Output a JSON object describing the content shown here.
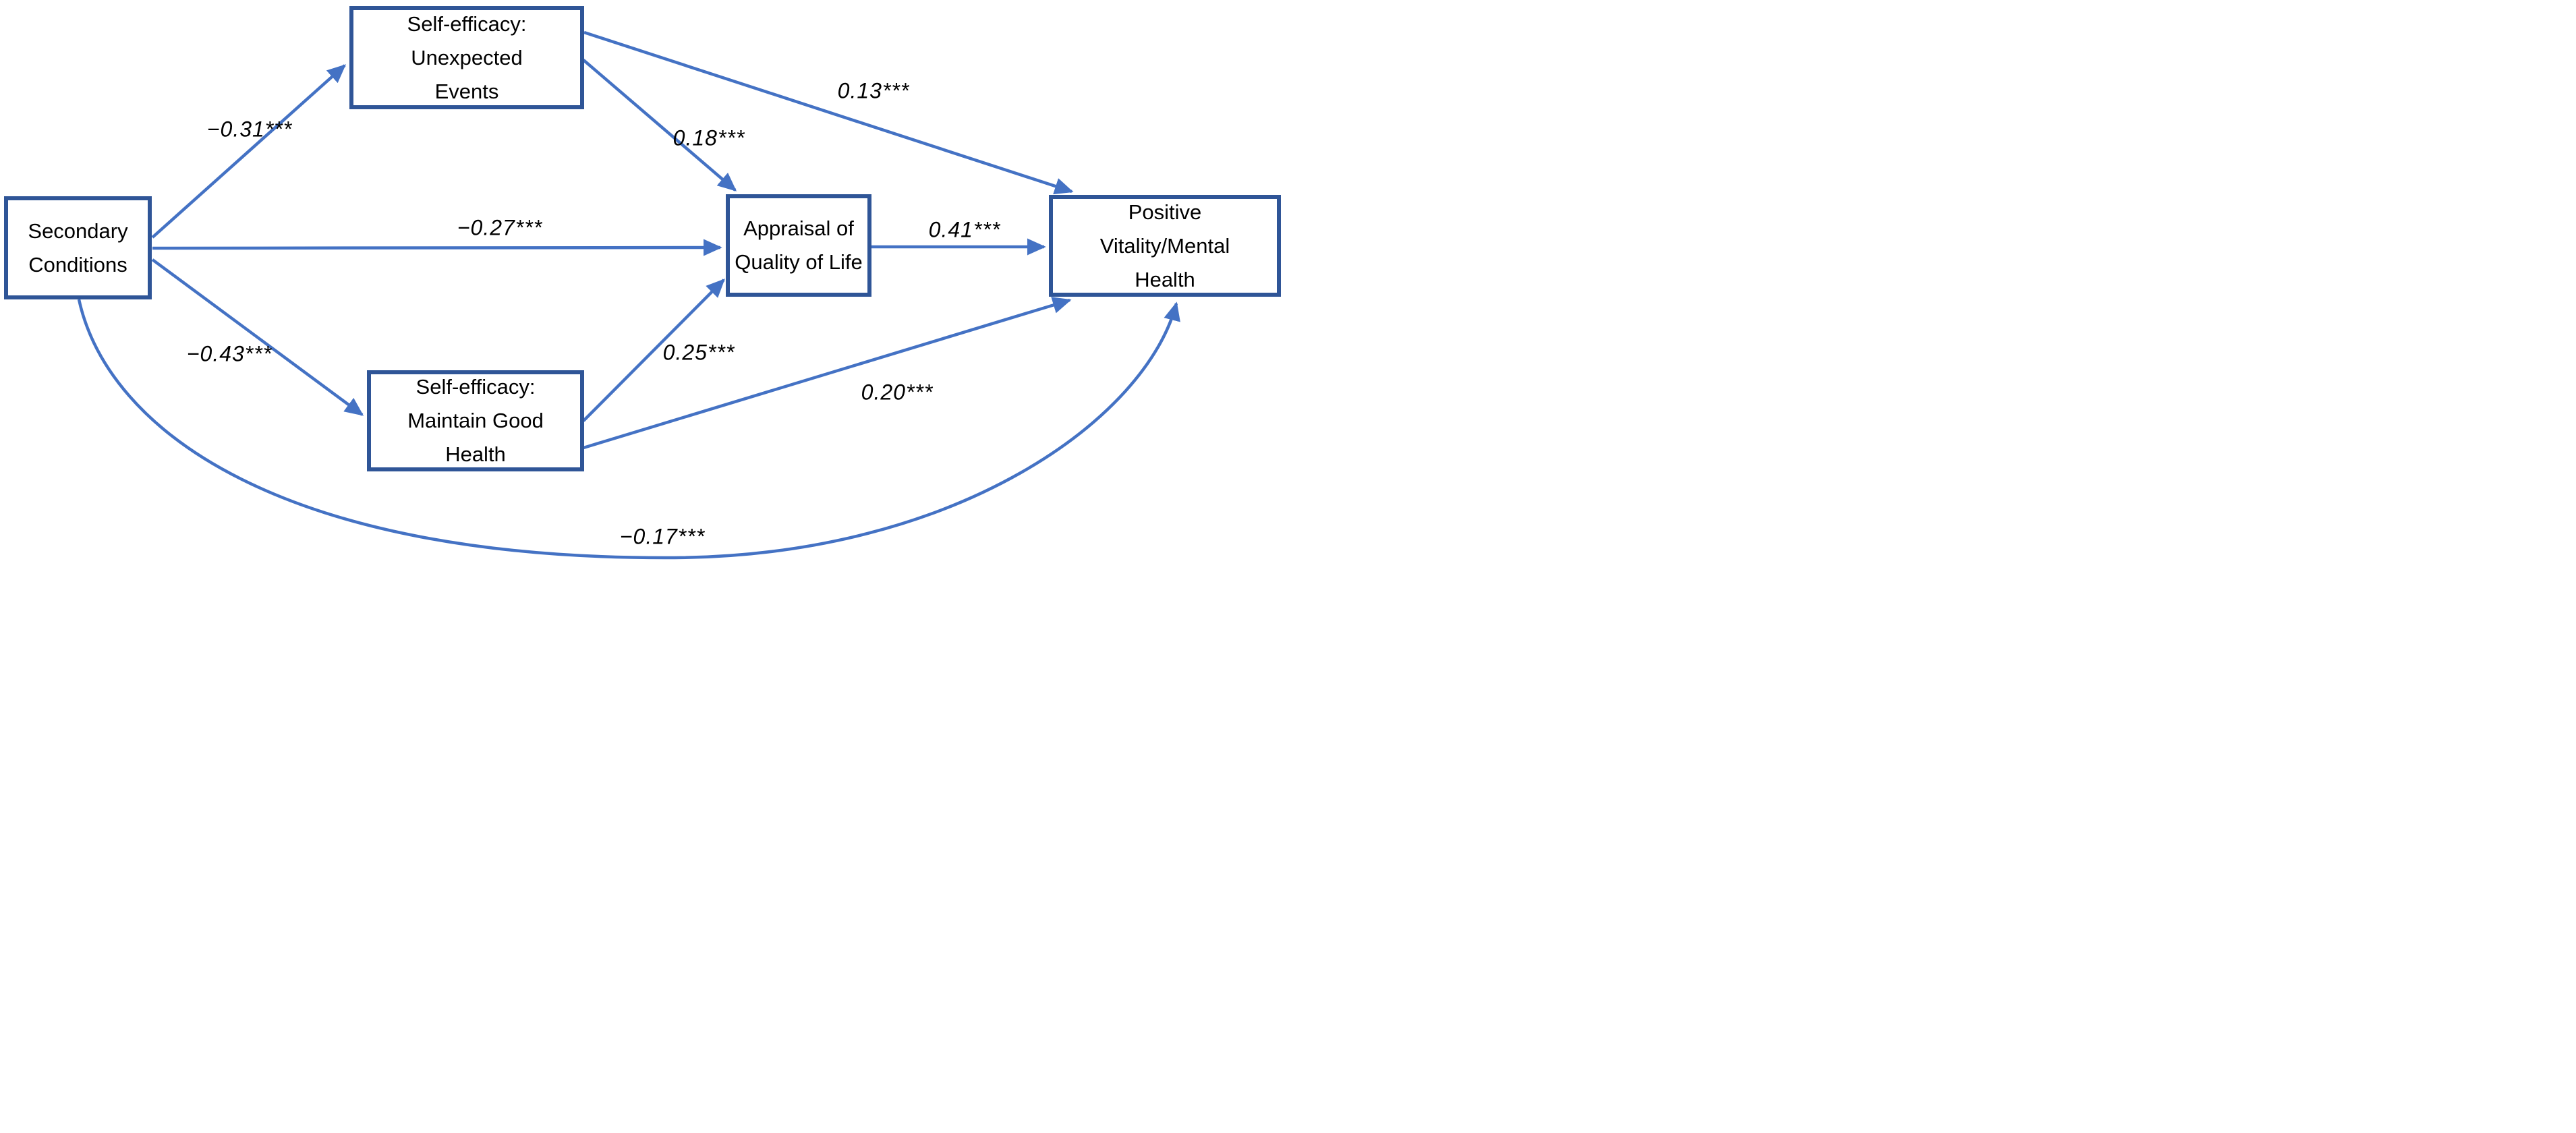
{
  "diagram": {
    "type": "path-model",
    "nodes": {
      "secondary_conditions": {
        "label": "Secondary\nConditions"
      },
      "se_unexpected": {
        "label": "Self-efficacy:\nUnexpected\nEvents"
      },
      "appraisal_qol": {
        "label": "Appraisal of\nQuality of Life"
      },
      "se_maintain": {
        "label": "Self-efficacy:\nMaintain Good\nHealth"
      },
      "positive_vitality": {
        "label": "Positive\nVitality/Mental\nHealth"
      }
    },
    "edges": [
      {
        "from": "secondary_conditions",
        "to": "se_unexpected",
        "coefficient": "−0.31***"
      },
      {
        "from": "secondary_conditions",
        "to": "appraisal_qol",
        "coefficient": "−0.27***"
      },
      {
        "from": "secondary_conditions",
        "to": "se_maintain",
        "coefficient": "−0.43***"
      },
      {
        "from": "secondary_conditions",
        "to": "positive_vitality",
        "coefficient": "−0.17***"
      },
      {
        "from": "se_unexpected",
        "to": "appraisal_qol",
        "coefficient": "0.18***"
      },
      {
        "from": "se_unexpected",
        "to": "positive_vitality",
        "coefficient": "0.13***"
      },
      {
        "from": "se_maintain",
        "to": "appraisal_qol",
        "coefficient": "0.25***"
      },
      {
        "from": "se_maintain",
        "to": "positive_vitality",
        "coefficient": "0.20***"
      },
      {
        "from": "appraisal_qol",
        "to": "positive_vitality",
        "coefficient": "0.41***"
      }
    ],
    "colors": {
      "box_border": "#2F5597",
      "arrow": "#4472C4",
      "text": "#000000",
      "background": "#FFFFFF"
    }
  }
}
